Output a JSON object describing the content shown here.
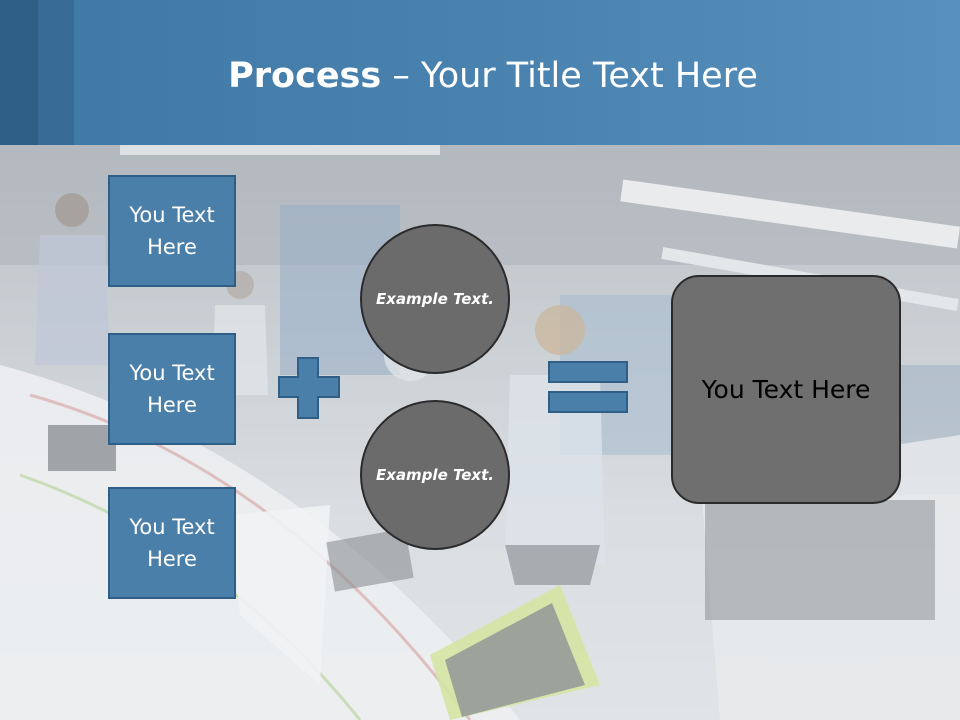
{
  "title": {
    "bold": "Process",
    "rest": " – Your Title Text Here"
  },
  "left_boxes": [
    "You Text Here",
    "You Text Here",
    "You Text Here"
  ],
  "circles": [
    "Example Text.",
    "Example Text."
  ],
  "result_box": "You Text Here",
  "colors": {
    "accent": "#4a7faa",
    "accent_dark": "#2f5f86",
    "circle_fill": "#6b6b6b",
    "result_fill": "#6f6f6f"
  },
  "icons": [
    "plus-icon",
    "equals-icon"
  ]
}
